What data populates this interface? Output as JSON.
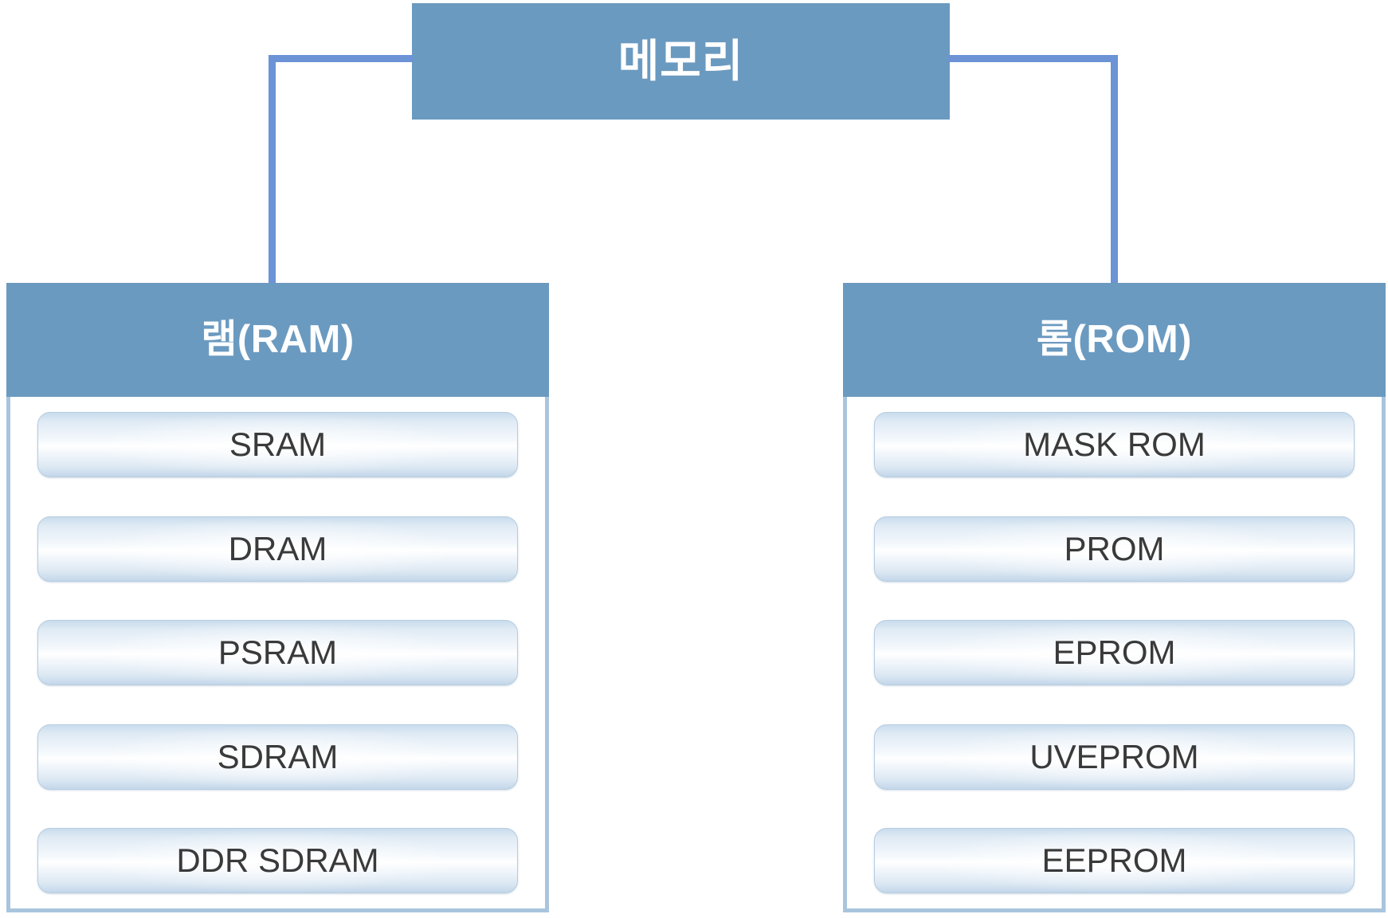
{
  "diagram": {
    "type": "hierarchy-tree",
    "root": {
      "label": "메모리"
    },
    "colors": {
      "header_fill": "#6b9ac0",
      "header_text": "#ffffff",
      "connector": "#6b93d6",
      "panel_border": "#a9c5de",
      "pill_text": "#3a3a3a",
      "background": "#ffffff"
    },
    "branches": [
      {
        "id": "ram",
        "label": "램(RAM)",
        "items": [
          {
            "label": "SRAM"
          },
          {
            "label": "DRAM"
          },
          {
            "label": "PSRAM"
          },
          {
            "label": "SDRAM"
          },
          {
            "label": "DDR SDRAM"
          }
        ]
      },
      {
        "id": "rom",
        "label": "롬(ROM)",
        "items": [
          {
            "label": "MASK ROM"
          },
          {
            "label": "PROM"
          },
          {
            "label": "EPROM"
          },
          {
            "label": "UVEPROM"
          },
          {
            "label": "EEPROM"
          }
        ]
      }
    ]
  }
}
